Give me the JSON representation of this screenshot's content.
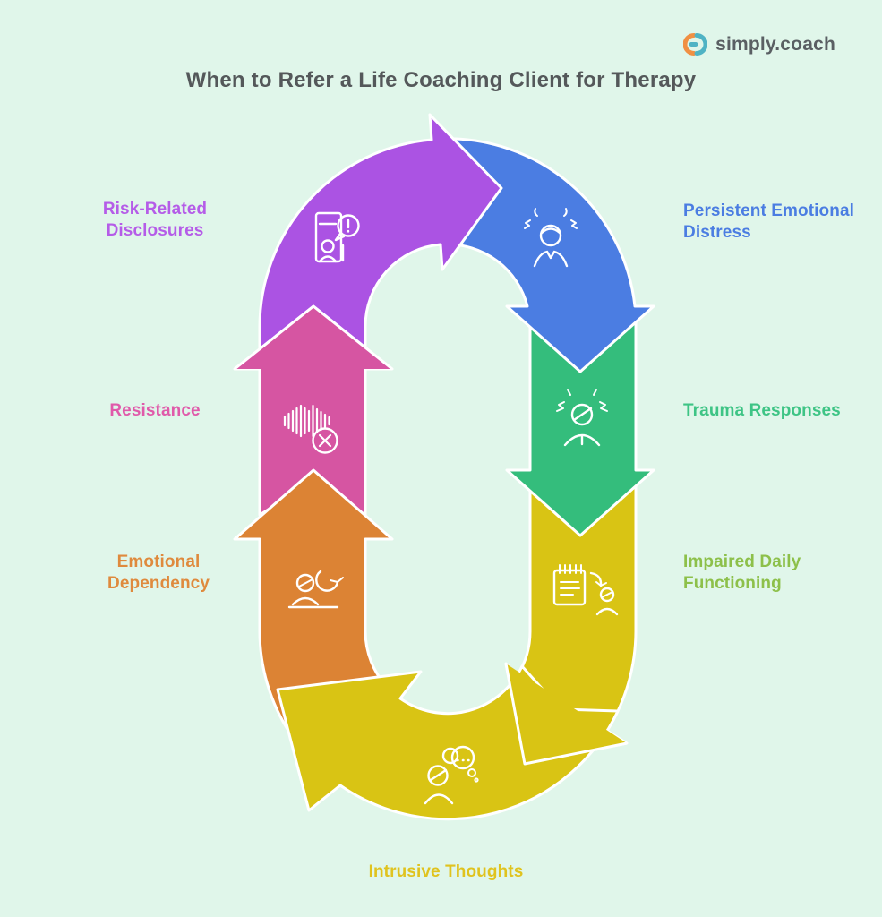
{
  "logo": {
    "text": "simply.coach",
    "text_color": "#5a5f63",
    "icon_orange": "#f09043",
    "icon_teal": "#4fb3c4"
  },
  "title": {
    "text": "When to Refer a Life Coaching Client for Therapy",
    "color": "#54585a"
  },
  "colors": {
    "background": "#e0f6ea",
    "outline": "#ffffff"
  },
  "steps": [
    {
      "id": "risk-related-disclosures",
      "line1": "Risk-Related",
      "line2": "Disclosures",
      "arrow_color": "#ab53e3",
      "label_color": "#b55ce8",
      "icon": "id-card-alert-icon"
    },
    {
      "id": "persistent-emotional-distress",
      "line1": "Persistent Emotional",
      "line2": "Distress",
      "arrow_color": "#4b7de2",
      "label_color": "#4b7de2",
      "icon": "stressed-woman-icon"
    },
    {
      "id": "trauma-responses",
      "line1": "Trauma Responses",
      "arrow_color": "#34bd7c",
      "label_color": "#3ec485",
      "icon": "overwhelmed-person-icon"
    },
    {
      "id": "impaired-daily-functioning",
      "line1": "Impaired Daily",
      "line2": "Functioning",
      "arrow_color": "#d9c414",
      "label_color": "#8dc04a",
      "icon": "task-list-decline-icon"
    },
    {
      "id": "intrusive-thoughts",
      "line1": "Intrusive Thoughts",
      "arrow_color": "#d9c414",
      "label_color": "#e0c31e",
      "icon": "thought-bubbles-icon"
    },
    {
      "id": "emotional-dependency",
      "line1": "Emotional",
      "line2": "Dependency",
      "arrow_color": "#dc8334",
      "label_color": "#df8a3d",
      "icon": "person-cycle-icon"
    },
    {
      "id": "resistance",
      "line1": "Resistance",
      "arrow_color": "#d655a2",
      "label_color": "#e05aaa",
      "icon": "muted-voice-icon"
    }
  ]
}
